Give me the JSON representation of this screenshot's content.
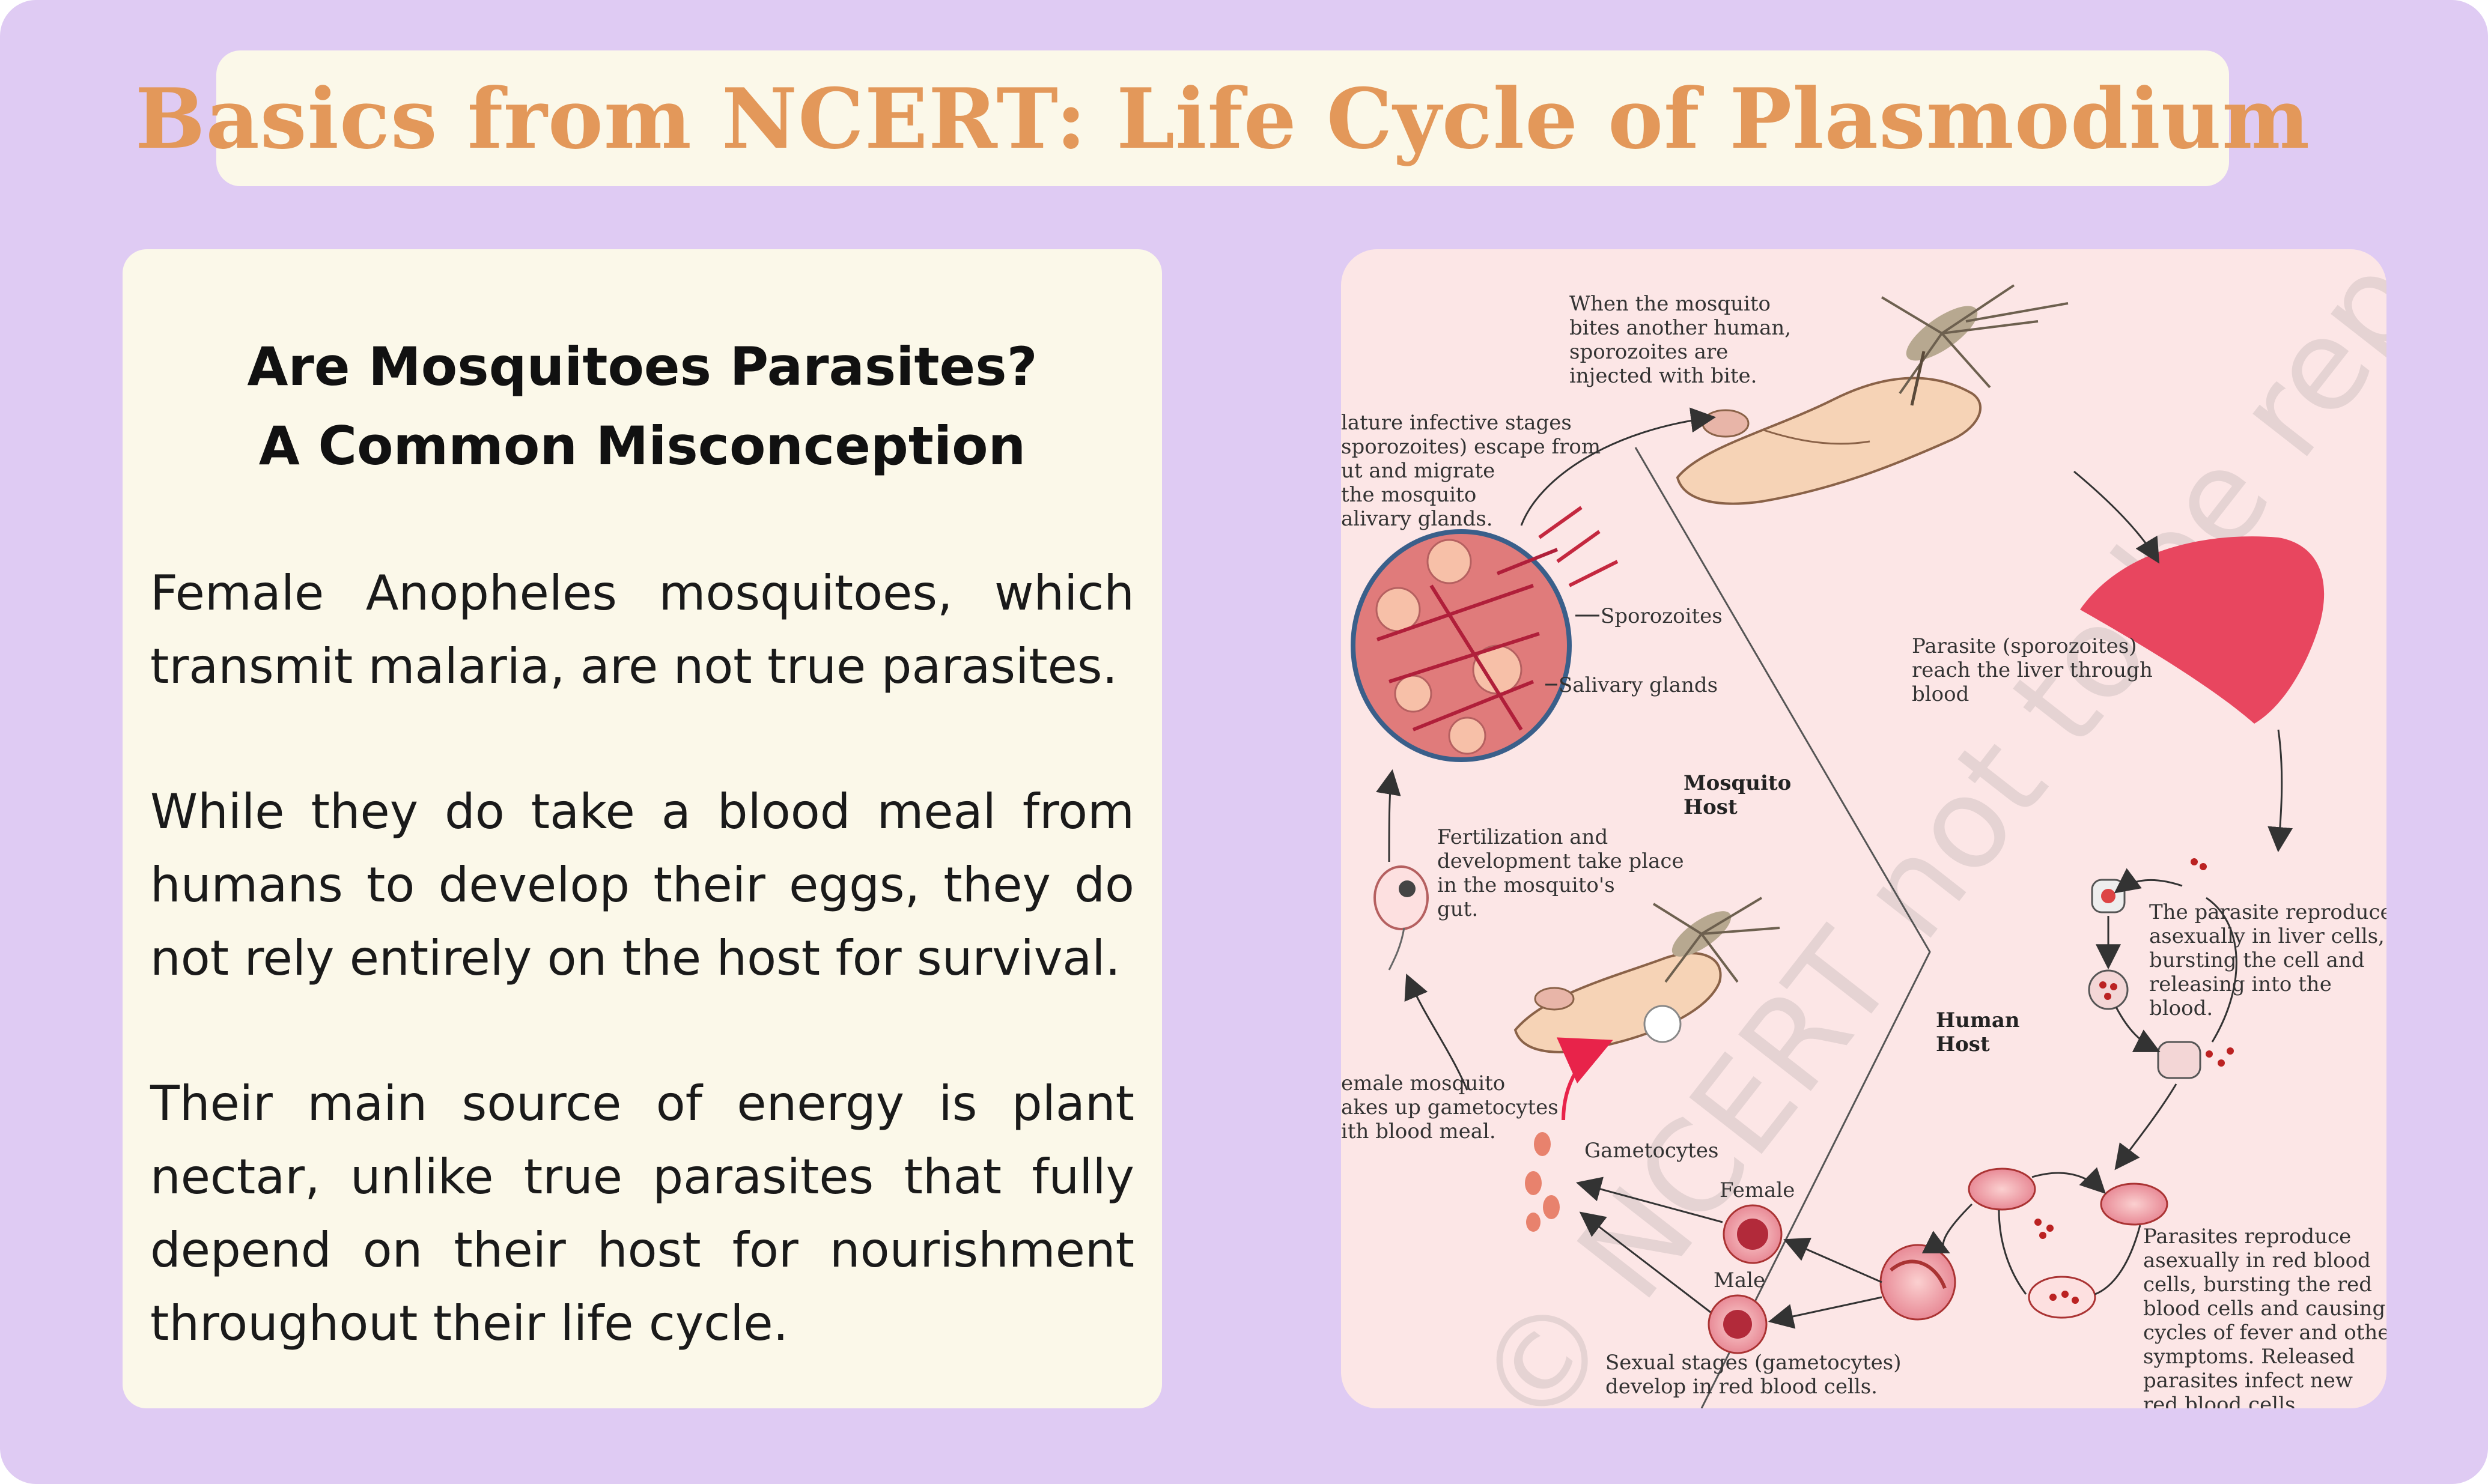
{
  "title": "Basics from NCERT: Life Cycle of Plasmodium",
  "left": {
    "heading_line1": "Are Mosquitoes Parasites?",
    "heading_line2": "A Common Misconception",
    "para1": "Female Anopheles mosquitoes, which transmit malaria, are not true parasites.",
    "para2": "While they do take a blood meal from humans to develop their eggs, they do not rely entirely on the host for survival.",
    "para3": "Their main source of energy is plant nectar, unlike true parasites that fully depend on their host for nourishment throughout their life cycle."
  },
  "diagram": {
    "bite": [
      "When the mosquito",
      "bites another human,",
      "sporozoites are",
      "injected with bite."
    ],
    "mature": [
      "lature infective stages",
      "sporozoites) escape from",
      "ut and migrate",
      "the mosquito",
      "alivary glands."
    ],
    "sporozoites": "Sporozoites",
    "salivary": "Salivary glands",
    "liver": [
      "Parasite (sporozoites)",
      "reach the liver through",
      "blood"
    ],
    "mosquito_host": [
      "Mosquito",
      "Host"
    ],
    "fertilization": [
      "Fertilization and",
      "development take place",
      "in the mosquito's",
      "gut."
    ],
    "liver_repro": [
      "The parasite reproduce",
      "asexually in liver cells,",
      "bursting the cell and",
      "releasing into the",
      "blood."
    ],
    "human_host": [
      "Human",
      "Host"
    ],
    "female_mosq": [
      "emale mosquito",
      "akes up gametocytes",
      "ith blood meal."
    ],
    "gametocytes": "Gametocytes",
    "female": "Female",
    "male": "Male",
    "rbc_repro": [
      "Parasites reproduce",
      "asexually in red blood",
      "cells, bursting the red",
      "blood cells and causing",
      "cycles of fever and othe",
      "symptoms. Released",
      "parasites infect new",
      "red blood cells."
    ],
    "sexual": [
      "Sexual stages (gametocytes)",
      "develop in red blood cells."
    ],
    "watermark": "© NCERT not to be republished"
  },
  "colors": {
    "background": "#dfcbf3",
    "card": "#fbf8e9",
    "title": "#e3985a",
    "diagram_bg": "#fce6e6",
    "liver": "#e8465f"
  }
}
